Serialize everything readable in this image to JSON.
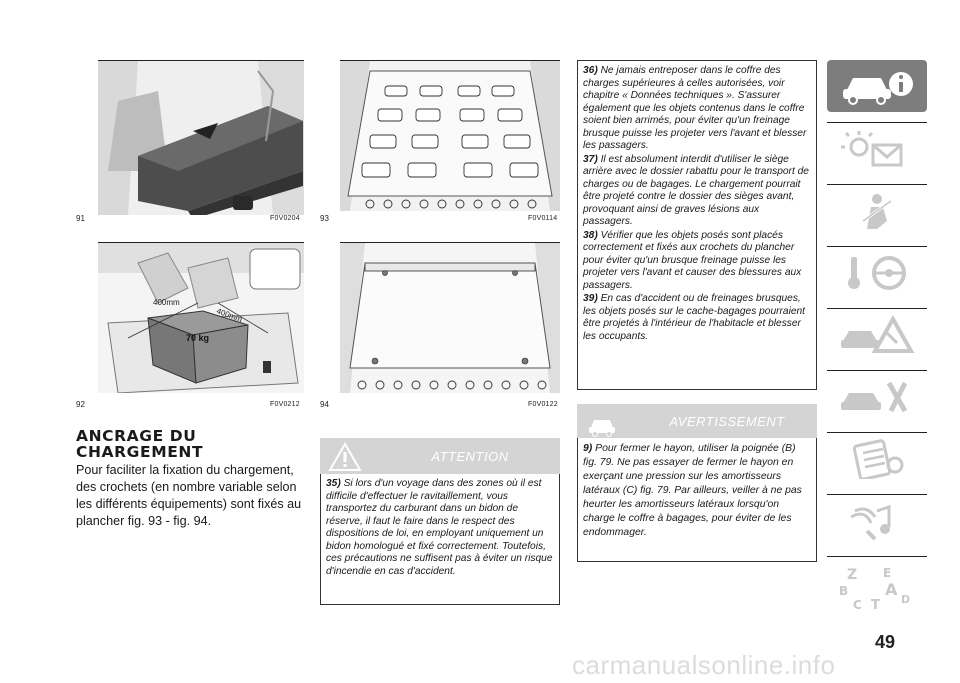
{
  "figures": [
    {
      "number": "91",
      "code": "F0V0204"
    },
    {
      "number": "92",
      "code": "F0V0212",
      "labels": {
        "dim_a": "400mm",
        "dim_b": "400mm",
        "weight": "70 kg"
      }
    },
    {
      "number": "93",
      "code": "F0V0114"
    },
    {
      "number": "94",
      "code": "F0V0122"
    }
  ],
  "section": {
    "heading": "ANCRAGE DU CHARGEMENT",
    "body": "Pour faciliter la fixation du chargement, des crochets (en nombre variable selon les différents équipements) sont fixés au plancher fig. 93 - fig. 94."
  },
  "attention": {
    "title": "ATTENTION",
    "notes": [
      {
        "num": "35)",
        "text": "Si lors d'un voyage dans des zones où il est difficile d'effectuer le ravitaillement, vous transportez du carburant dans un bidon de réserve, il faut le faire dans le respect des dispositions de loi, en employant uniquement un bidon homologué et fixé correctement. Toutefois, ces précautions ne suffisent pas à éviter un risque d'incendie en cas d'accident."
      }
    ]
  },
  "right_notes": [
    {
      "num": "36)",
      "text": "Ne jamais entreposer dans le coffre des charges supérieures à celles autorisées, voir chapitre « Données techniques ». S'assurer également que les objets contenus dans le coffre soient bien arrimés, pour éviter qu'un freinage brusque puisse les projeter vers l'avant et blesser les passagers."
    },
    {
      "num": "37)",
      "text": "Il est absolument interdit d'utiliser le siège arrière avec le dossier rabattu pour le transport de charges ou de bagages. Le chargement pourrait être projeté contre le dossier des sièges avant, provoquant ainsi de graves lésions aux passagers."
    },
    {
      "num": "38)",
      "text": "Vérifier que les objets posés sont placés correctement et fixés aux crochets du plancher pour éviter qu'un brusque freinage puisse les projeter vers l'avant et causer des blessures aux passagers."
    },
    {
      "num": "39)",
      "text": "En cas d'accident ou de freinages brusques, les objets posés sur le cache-bagages pourraient être projetés à l'intérieur de l'habitacle et blesser les occupants."
    }
  ],
  "avertissement": {
    "title": "AVERTISSEMENT",
    "notes": [
      {
        "num": "9)",
        "text": "Pour fermer le hayon, utiliser la poignée (B) fig. 79. Ne pas essayer de fermer le hayon en exerçant une pression sur les amortisseurs latéraux (C) fig. 79. Par ailleurs, veiller à ne pas heurter les amortisseurs latéraux lorsqu'on charge le coffre à bagages, pour éviter de les endommager."
      }
    ]
  },
  "sidebar_tabs": [
    {
      "icon": "car-info-icon",
      "active": true
    },
    {
      "icon": "warning-lights-icon",
      "active": false
    },
    {
      "icon": "airbag-seat-icon",
      "active": false
    },
    {
      "icon": "key-steering-icon",
      "active": false
    },
    {
      "icon": "accident-warning-icon",
      "active": false
    },
    {
      "icon": "tools-car-icon",
      "active": false
    },
    {
      "icon": "technical-data-icon",
      "active": false
    },
    {
      "icon": "multimedia-icon",
      "active": false
    },
    {
      "icon": "index-letters-icon",
      "active": false,
      "letters": "Z E B A C T D"
    }
  ],
  "page_number": "49",
  "watermark": "carmanualsonline.info"
}
